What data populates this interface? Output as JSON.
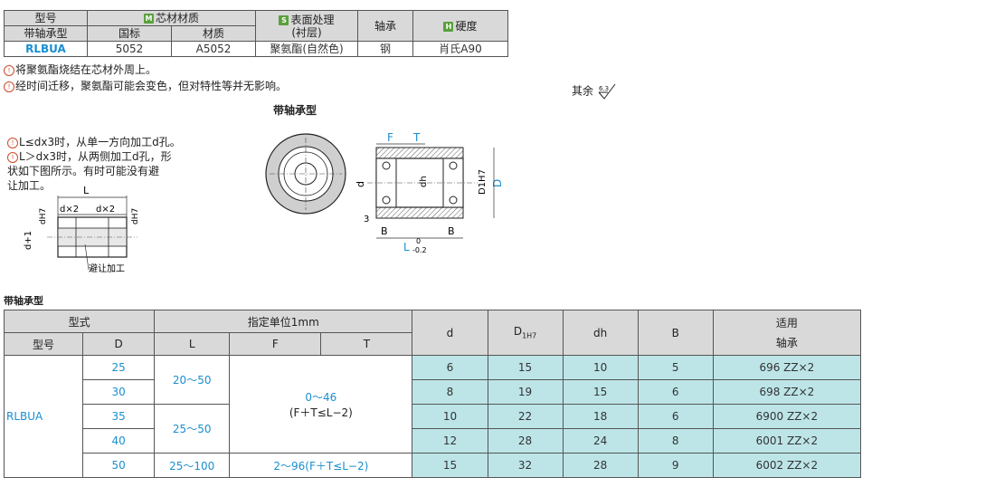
{
  "material_table": {
    "headers": {
      "model": "型号",
      "core": "芯材材质",
      "core_tag": "M",
      "surface": "表面处理",
      "surface_tag": "S",
      "surface_sub": "(衬层)",
      "bearing": "轴承",
      "hardness": "硬度",
      "hardness_tag": "H",
      "model_sub": "带轴承型",
      "std": "国标",
      "mat": "材质"
    },
    "row": {
      "model": "RLBUA",
      "std": "5052",
      "mat": "A5052",
      "surface": "聚氨酯(自然色)",
      "bearing": "钢",
      "hardness": "肖氏A90"
    }
  },
  "notes": {
    "n1": "将聚氨酯烧结在芯材外周上。",
    "n2": "经时间迁移，聚氨酯可能会变色，但对特性等并无影响。",
    "roughness": "其余",
    "roughness_val": "6.3",
    "drawing_title": "带轴承型",
    "hole1": "L≤dx3时，从单一方向加工d孔。",
    "hole2a": "L＞dx3时，从两侧加工d孔，形",
    "hole2b": "状如下图所示。有时可能没有避",
    "hole2c": "让加工。",
    "relief": "避让加工"
  },
  "drawing_labels": {
    "L": "L",
    "dx2a": "d×2",
    "dx2b": "d×2",
    "dh7a": "dH7",
    "dh7b": "dH7",
    "dplus": "d+1",
    "F": "F",
    "T": "T",
    "d": "d",
    "dh": "dh",
    "D1H7": "D1H7",
    "D": "D",
    "B1": "B",
    "B2": "B",
    "three": "3",
    "Lbottom": "L",
    "tol_up": "0",
    "tol_low": "-0.2"
  },
  "section_title": "带轴承型",
  "spec_table": {
    "h_type": "型式",
    "h_unit": "指定单位1mm",
    "h_model": "型号",
    "h_D": "D",
    "h_L": "L",
    "h_F": "F",
    "h_T": "T",
    "h_d": "d",
    "h_D1": "D",
    "h_D1_sub": "1H7",
    "h_dh": "dh",
    "h_B": "B",
    "h_app1": "适用",
    "h_app2": "轴承",
    "model": "RLBUA",
    "ft_merge1": "0～46",
    "ft_merge2": "(F＋T≤L−2)",
    "L_2050": "20～50",
    "L_2550": "25～50",
    "rows": [
      {
        "D": "25",
        "d": "6",
        "D1": "15",
        "dh": "10",
        "B": "5",
        "app": "696 ZZ×2"
      },
      {
        "D": "30",
        "d": "8",
        "D1": "19",
        "dh": "15",
        "B": "6",
        "app": "698 ZZ×2"
      },
      {
        "D": "35",
        "d": "10",
        "D1": "22",
        "dh": "18",
        "B": "6",
        "app": "6900 ZZ×2"
      },
      {
        "D": "40",
        "d": "12",
        "D1": "28",
        "dh": "24",
        "B": "8",
        "app": "6001 ZZ×2"
      },
      {
        "D": "50",
        "d": "15",
        "D1": "32",
        "dh": "28",
        "B": "9",
        "app": "6002 ZZ×2"
      }
    ],
    "L_last": "25～100",
    "FT_last": "2～96(F＋T≤L−2)"
  }
}
